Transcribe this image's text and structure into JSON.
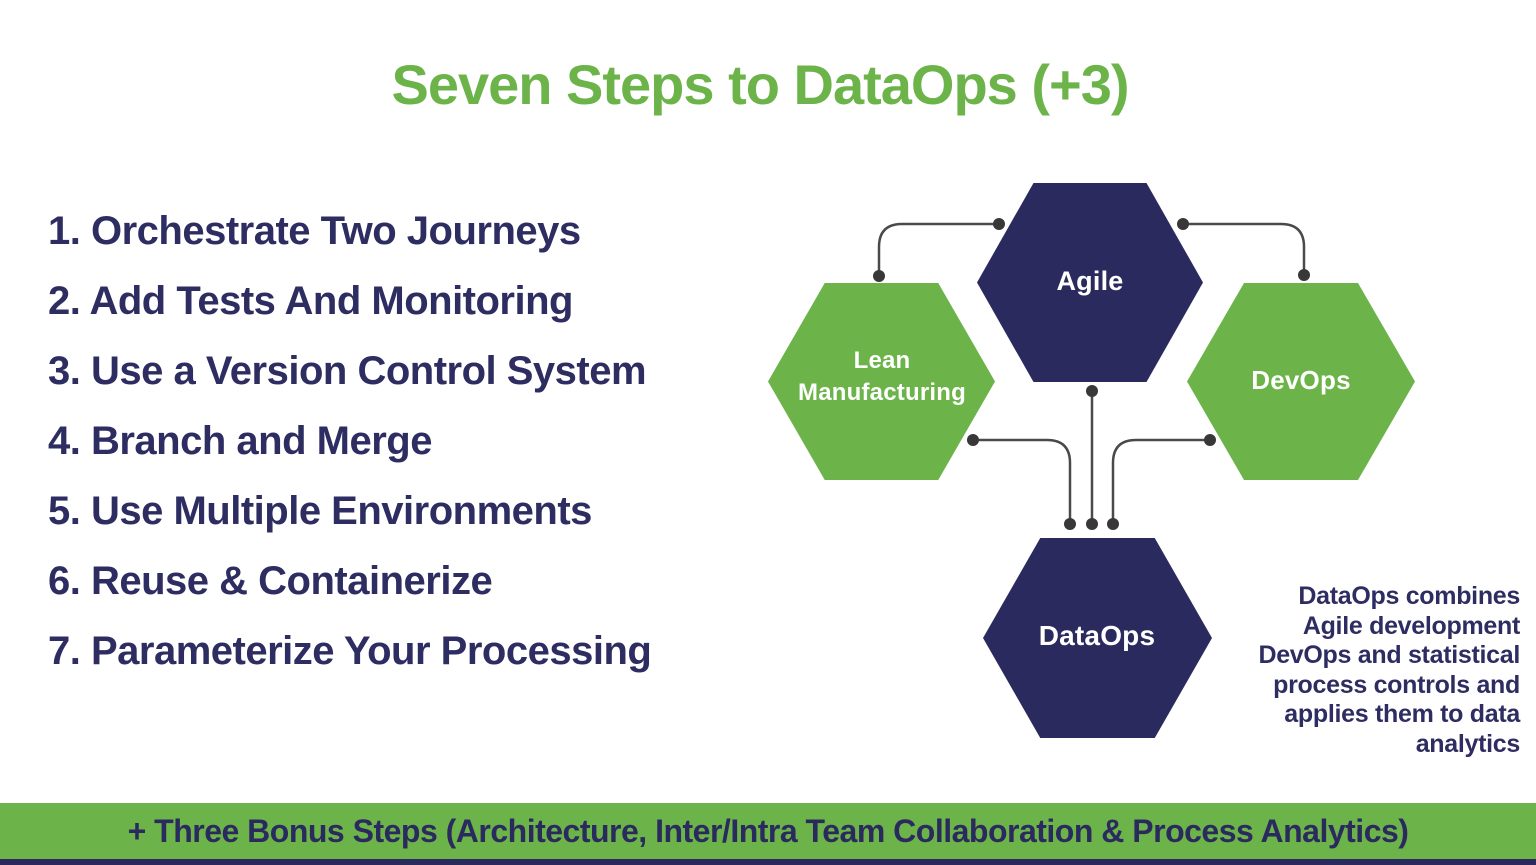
{
  "title": "Seven Steps to DataOps (+3)",
  "steps": [
    "1. Orchestrate Two Journeys",
    "2. Add Tests And Monitoring",
    "3. Use a Version Control System",
    "4. Branch and Merge",
    "5. Use Multiple Environments",
    "6. Reuse & Containerize",
    "7. Parameterize Your Processing"
  ],
  "diagram": {
    "hexagons": [
      {
        "id": "agile",
        "label": "Agile",
        "fill": "#2B2A5E"
      },
      {
        "id": "lean-manufacturing",
        "label": "Lean Manufacturing",
        "fill": "#6CB44A"
      },
      {
        "id": "devops",
        "label": "DevOps",
        "fill": "#6CB44A"
      },
      {
        "id": "dataops",
        "label": "DataOps",
        "fill": "#2B2A5E"
      }
    ],
    "caption_lines": [
      "DataOps combines",
      "Agile development",
      "DevOps and statistical",
      "process controls and",
      "applies them to data",
      "analytics"
    ]
  },
  "footer": {
    "text": "+ Three Bonus Steps (Architecture, Inter/Intra Team Collaboration & Process Analytics)"
  },
  "colors": {
    "green": "#6CB44A",
    "navy": "#2B2A5E",
    "text_navy": "#2E2D62",
    "connector": "#4A4A4A",
    "connector_dot": "#383838",
    "hex_label": "#FFFFFF",
    "background": "#FFFFFF"
  }
}
